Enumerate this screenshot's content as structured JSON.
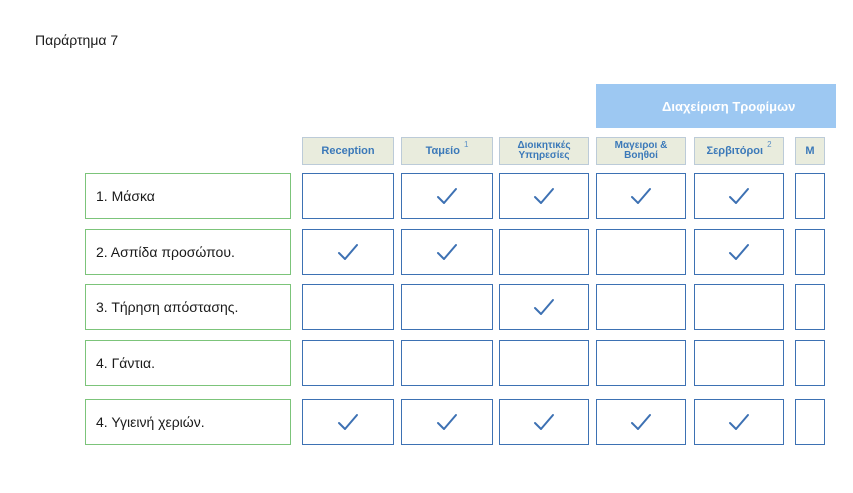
{
  "title": "Παράρτημα 7",
  "group_header": "Διαχείριση Τροφίμων",
  "columns": [
    {
      "lines": [
        "Reception"
      ],
      "sup": ""
    },
    {
      "lines": [
        "Ταμείο"
      ],
      "sup": "1"
    },
    {
      "lines": [
        "Διοικητικές",
        "Υπηρεσίες"
      ],
      "sup": ""
    },
    {
      "lines": [
        "Μαγειροι &",
        "Βοηθοί"
      ],
      "sup": ""
    },
    {
      "lines": [
        "Σερβιτόροι"
      ],
      "sup": "2"
    },
    {
      "lines": [
        "M"
      ],
      "sup": ""
    }
  ],
  "rows": [
    {
      "label": "1. Μάσκα",
      "checks": [
        false,
        true,
        true,
        true,
        true,
        false
      ]
    },
    {
      "label": "2. Ασπίδα προσώπου.",
      "checks": [
        true,
        true,
        false,
        false,
        true,
        false
      ]
    },
    {
      "label": "3. Τήρηση απόστασης.",
      "checks": [
        false,
        false,
        true,
        false,
        false,
        false
      ]
    },
    {
      "label": "4. Γάντια.",
      "checks": [
        false,
        false,
        false,
        false,
        false,
        false
      ]
    },
    {
      "label": "4. Υγιεινή χεριών.",
      "checks": [
        true,
        true,
        true,
        true,
        true,
        false
      ]
    }
  ],
  "colors": {
    "check": "#3d71b3",
    "cell_border": "#3d71b3",
    "label_border": "#7cc47a",
    "header_bg": "#e9ecdd",
    "header_text": "#3b79b9",
    "group_bg": "#9dc8f2"
  },
  "icons": {
    "check": "check-mark-icon"
  }
}
